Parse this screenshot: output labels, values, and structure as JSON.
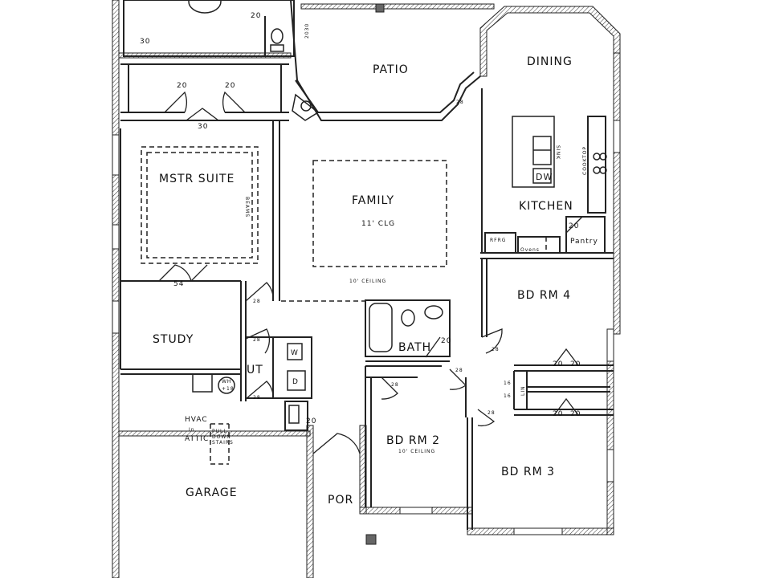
{
  "rooms": {
    "patio": "PATIO",
    "dining": "DINING",
    "kitchen": "KITCHEN",
    "master_suite": "MSTR SUITE",
    "family": "FAMILY",
    "family_ceiling": "11' CLG",
    "ceiling_note": "10' CEILING",
    "study": "STUDY",
    "utility": "UT",
    "bath": "BATH",
    "bed2": "BD RM 2",
    "bed2_ceiling": "10' CEILING",
    "bed3": "BD RM 3",
    "bed4": "BD RM 4",
    "garage": "GARAGE",
    "porch": "POR",
    "linen": "LIN",
    "pantry": "Pantry",
    "refrigerator": "RFRG",
    "ovens": "Ovens",
    "dishwasher": "DW",
    "sink": "SINK",
    "cooktop": "COOKTOP",
    "beams": "BEAMS",
    "washer": "W",
    "dryer": "D",
    "water_heater_top": "WH",
    "water_heater_bottom": "+18",
    "hvac_line1": "HVAC",
    "hvac_line2": "In",
    "hvac_line3": "ATTIC",
    "stairs_line1": "PULL",
    "stairs_line2": "DOWN",
    "stairs_line3": "STAIRS"
  },
  "doors": {
    "closet_top": "20",
    "closet_left": "30",
    "window_top": "2030",
    "hall_left": "20",
    "hall_right": "20",
    "hall_bottom": "30",
    "patio_door": "28",
    "suite_door": "54",
    "study_door": "28",
    "ut_door_top": "28",
    "ut_door_bottom": "28",
    "garage_closet": "20",
    "bath_door": "20",
    "hall_door": "28",
    "bd2_door": "28",
    "bd4_door": "28",
    "bd3_door": "28",
    "lin_upper": "16",
    "lin_lower": "16",
    "bd4_closet_left": "20",
    "bd4_closet_right": "20",
    "bd3_closet_left": "20",
    "bd3_closet_right": "20",
    "pantry_door": "20"
  }
}
